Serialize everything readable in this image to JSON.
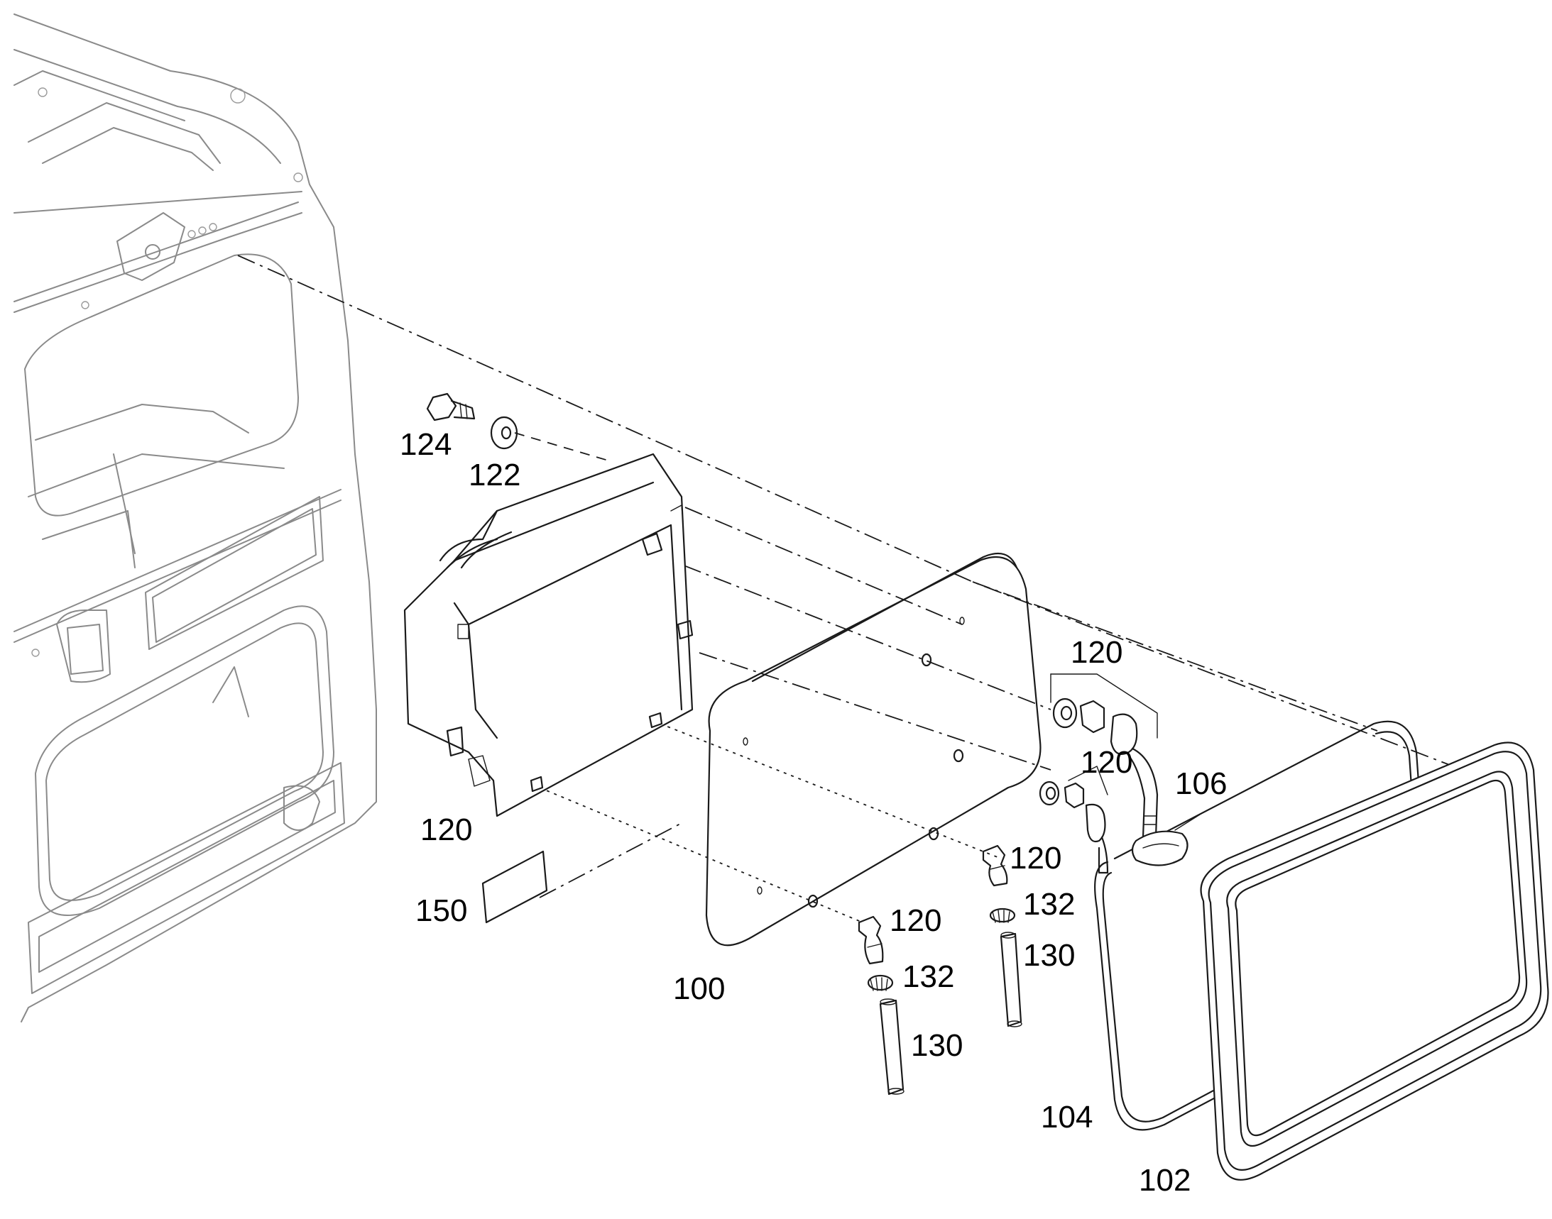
{
  "callouts": {
    "c124": "124",
    "c122": "122",
    "c120_heater": "120",
    "c150": "150",
    "c100": "100",
    "c120_group_top": "120",
    "c120_group_mid": "120",
    "c106": "106",
    "c120_elbow_right": "120",
    "c132_right": "132",
    "c130_right": "130",
    "c120_elbow_left": "120",
    "c132_left": "132",
    "c130_left": "130",
    "c104": "104",
    "c102": "102"
  }
}
